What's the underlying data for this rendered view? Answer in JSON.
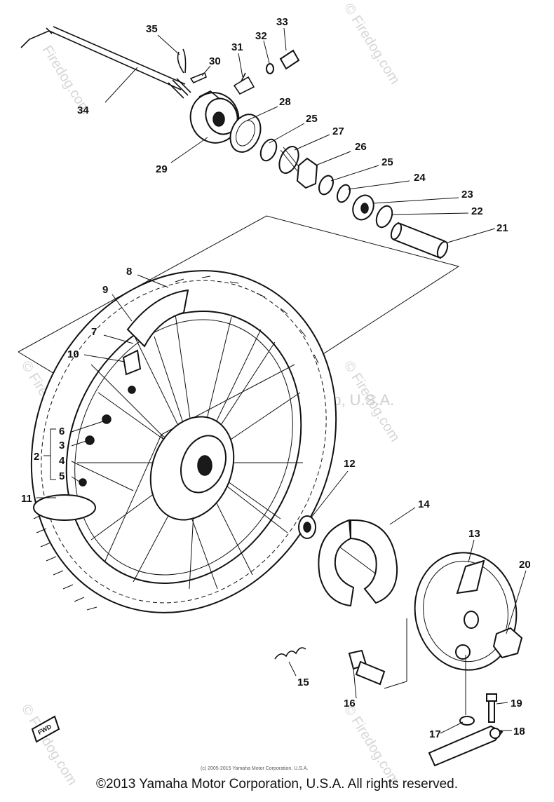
{
  "watermarks": {
    "site_a": "© Firedog.com",
    "site_b": "Firedog.com",
    "center": "Yamaha Motor Corp, U.S.A.",
    "fine_print": "(c) 2005-2015 Yamaha Motor Corporation, U.S.A."
  },
  "fwd_label": "FWD",
  "callouts": [
    "35",
    "33",
    "32",
    "31",
    "30",
    "34",
    "28",
    "25",
    "27",
    "29",
    "26",
    "25",
    "24",
    "23",
    "22",
    "21",
    "8",
    "9",
    "7",
    "10",
    "6",
    "3",
    "2",
    "4",
    "5",
    "11",
    "12",
    "14",
    "13",
    "20",
    "15",
    "16",
    "19",
    "17",
    "18"
  ],
  "copyright": "©2013 Yamaha Motor Corporation, U.S.A. All rights reserved."
}
